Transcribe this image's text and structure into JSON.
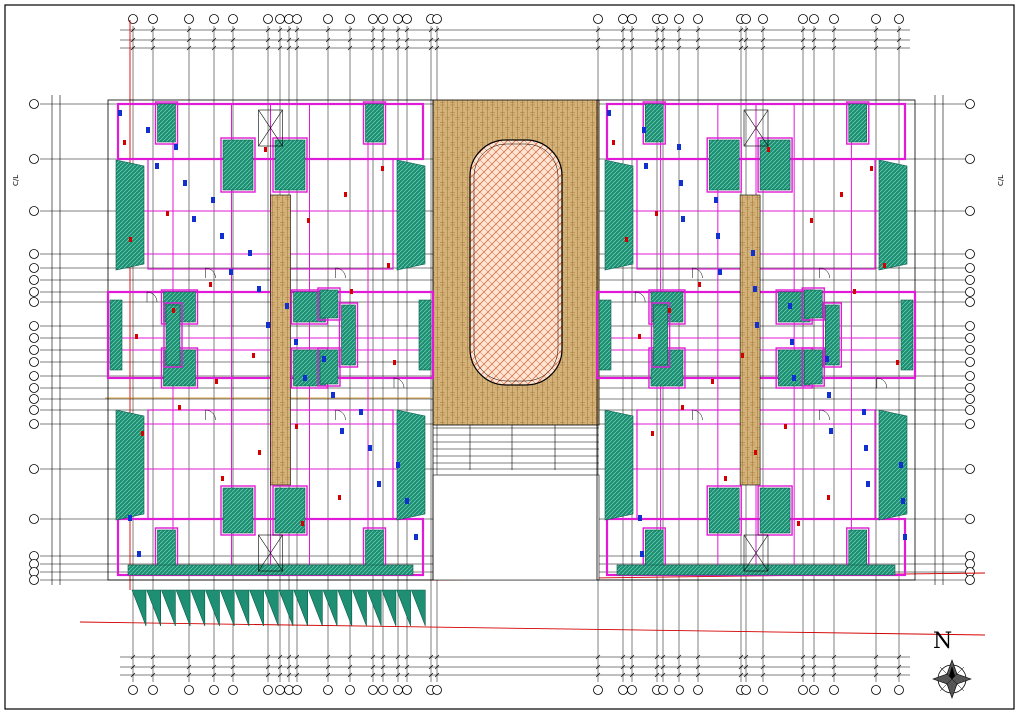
{
  "drawing": {
    "north_label": "N",
    "side_marker_left": "C/L",
    "side_marker_right": "C/L"
  },
  "colors": {
    "walls": "#e01ad6",
    "tiles": "#1f8f73",
    "courtyard_paving": "#c29a5c",
    "pool_hatch": "#e0501e",
    "gridlines": "#000000",
    "site_line": "#d40000"
  }
}
